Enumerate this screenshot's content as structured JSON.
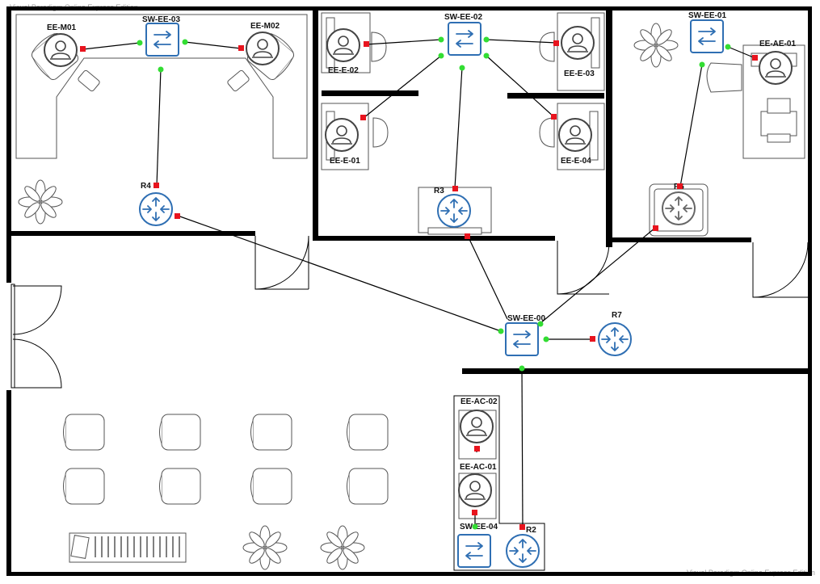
{
  "watermark_top": "Visual Paradigm Online Express Edition",
  "watermark_bottom": "Visual Paradigm Online Express Edition",
  "nodes": {
    "sw_ee_03": "SW-EE-03",
    "sw_ee_02": "SW-EE-02",
    "sw_ee_01": "SW-EE-01",
    "sw_ee_00": "SW-EE-00",
    "sw_ee_04": "SW-EE-04",
    "ee_m01": "EE-M01",
    "ee_m02": "EE-M02",
    "ee_e_02": "EE-E-02",
    "ee_e_03": "EE-E-03",
    "ee_e_01": "EE-E-01",
    "ee_e_04": "EE-E-04",
    "ee_ae_01": "EE-AE-01",
    "ee_ac_02": "EE-AC-02",
    "ee_ac_01": "EE-AC-01",
    "r4": "R4",
    "r3": "R3",
    "r6": "R6",
    "r7": "R7",
    "r2": "R2"
  },
  "colors": {
    "device_blue": "#2f6fb3",
    "port_up": "#33dd33",
    "port_down": "#e8141e",
    "wall": "#000000"
  },
  "icons": {
    "switch": "switch-icon",
    "router": "router-icon",
    "workstation": "user-pc-icon",
    "plant": "plant-icon",
    "chair": "chair-icon",
    "printer": "printer-icon"
  }
}
